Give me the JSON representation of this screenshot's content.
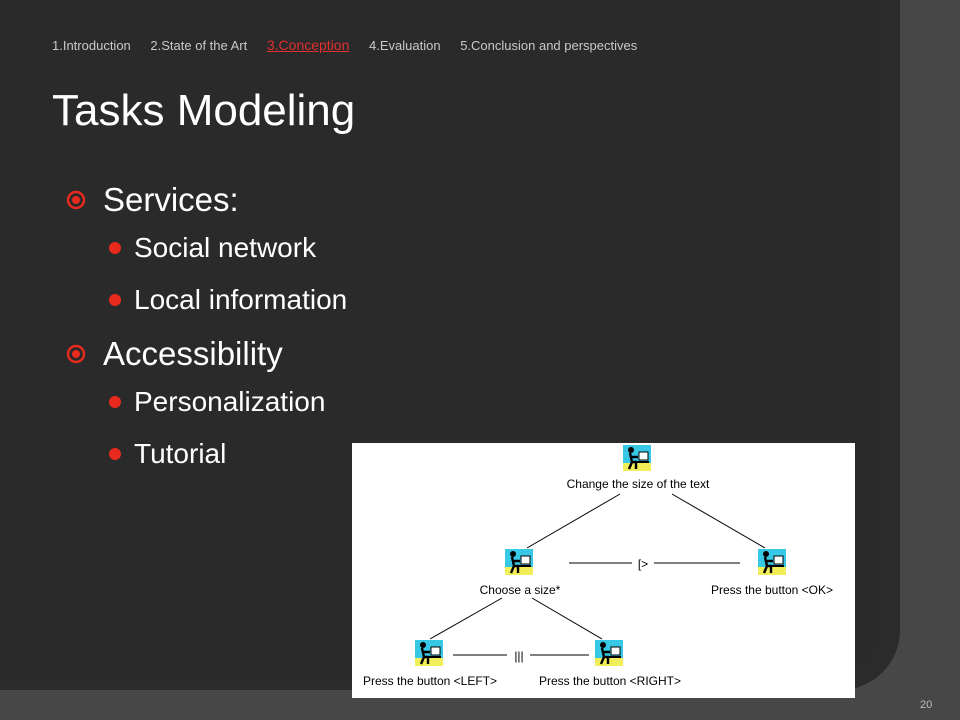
{
  "nav": {
    "items": [
      "1.Introduction",
      "2.State of the Art",
      "3.Conception",
      "4.Evaluation",
      "5.Conclusion and perspectives"
    ],
    "active_index": 2
  },
  "title": "Tasks Modeling",
  "bullets": {
    "services": {
      "label": "Services:",
      "items": [
        "Social network",
        "Local information"
      ]
    },
    "accessibility": {
      "label": "Accessibility",
      "items": [
        "Personalization",
        "Tutorial"
      ]
    }
  },
  "diagram": {
    "root": "Change the size of the text",
    "left_child": "Choose a size*",
    "right_child": "Press the button <OK>",
    "operator_top": "[>",
    "operator_bottom": "|||",
    "leaf_left": "Press the button <LEFT>",
    "leaf_right": "Press the button <RIGHT>"
  },
  "page_number": "20",
  "colors": {
    "accent_red": "#e03030",
    "bullet_red": "#e82a1e",
    "background": "#2a2a2a"
  }
}
